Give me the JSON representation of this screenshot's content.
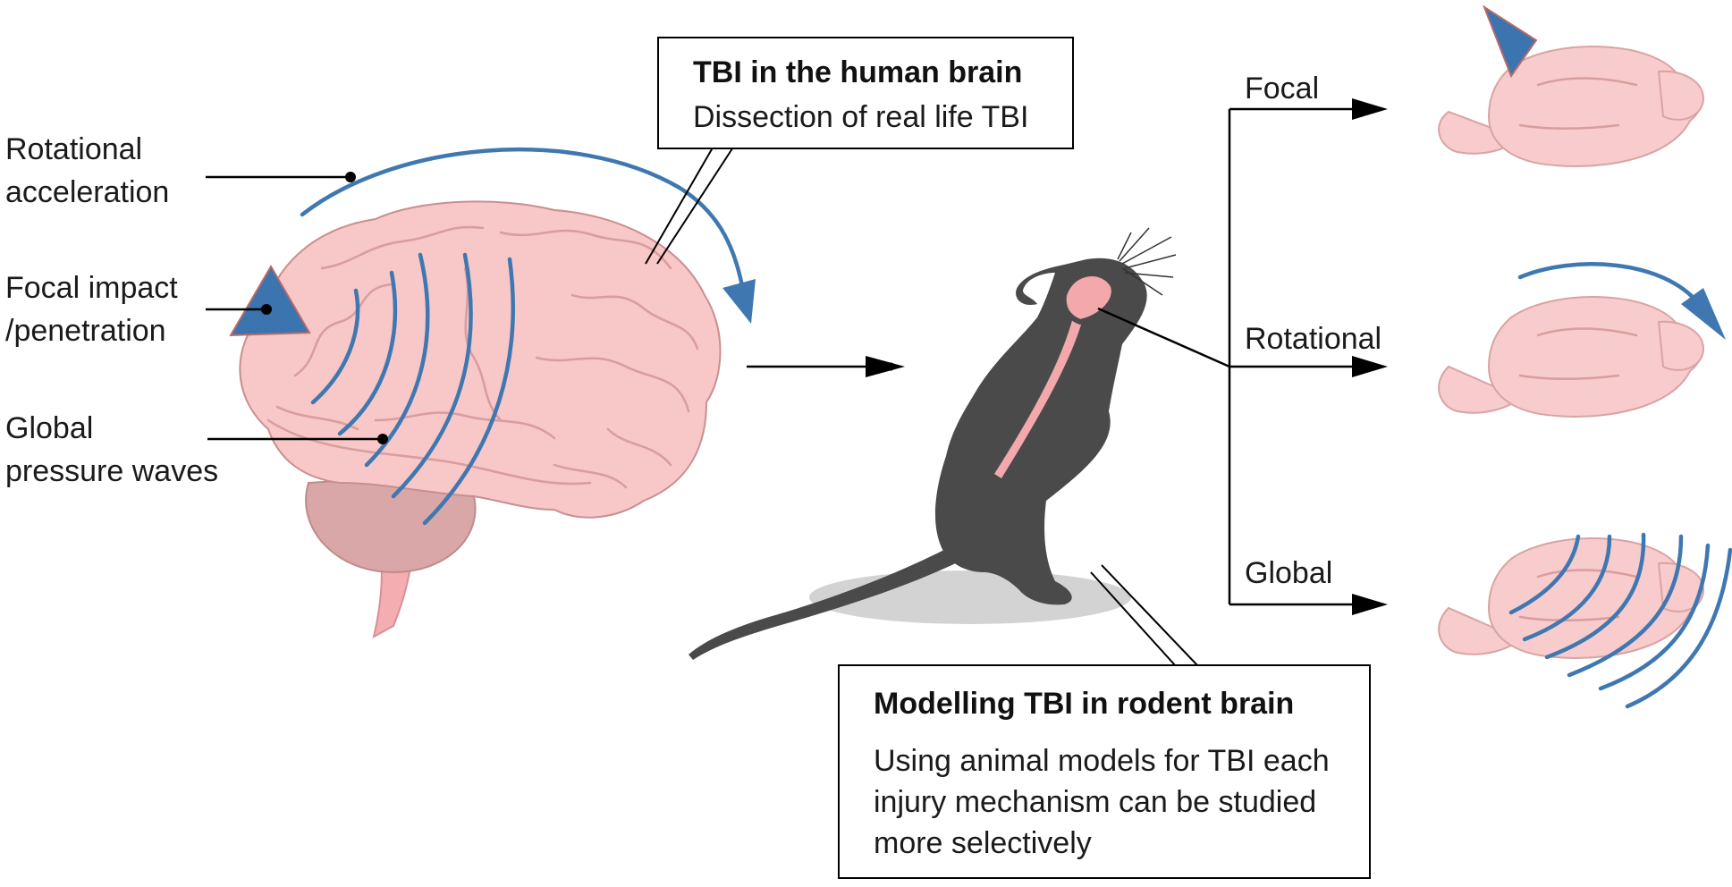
{
  "labels": {
    "rotational_1": "Rotational",
    "rotational_2": "acceleration",
    "focal_1": "Focal impact",
    "focal_2": "/penetration",
    "global_1": "Global",
    "global_2": "pressure waves"
  },
  "human_box": {
    "title": "TBI in the human brain",
    "subtitle": "Dissection of real life TBI"
  },
  "rodent_box": {
    "title": "Modelling TBI in rodent brain",
    "line1": "Using animal models for TBI each",
    "line2": "injury mechanism can be studied",
    "line3": "more selectively"
  },
  "branches": {
    "focal": "Focal",
    "rotational": "Rotational",
    "global": "Global"
  },
  "colors": {
    "brain_pink": "#f8c7c7",
    "wave_blue": "#3f78b0",
    "triangle_blue": "#3b74ae",
    "mouse_gray": "#4a4a4a"
  }
}
